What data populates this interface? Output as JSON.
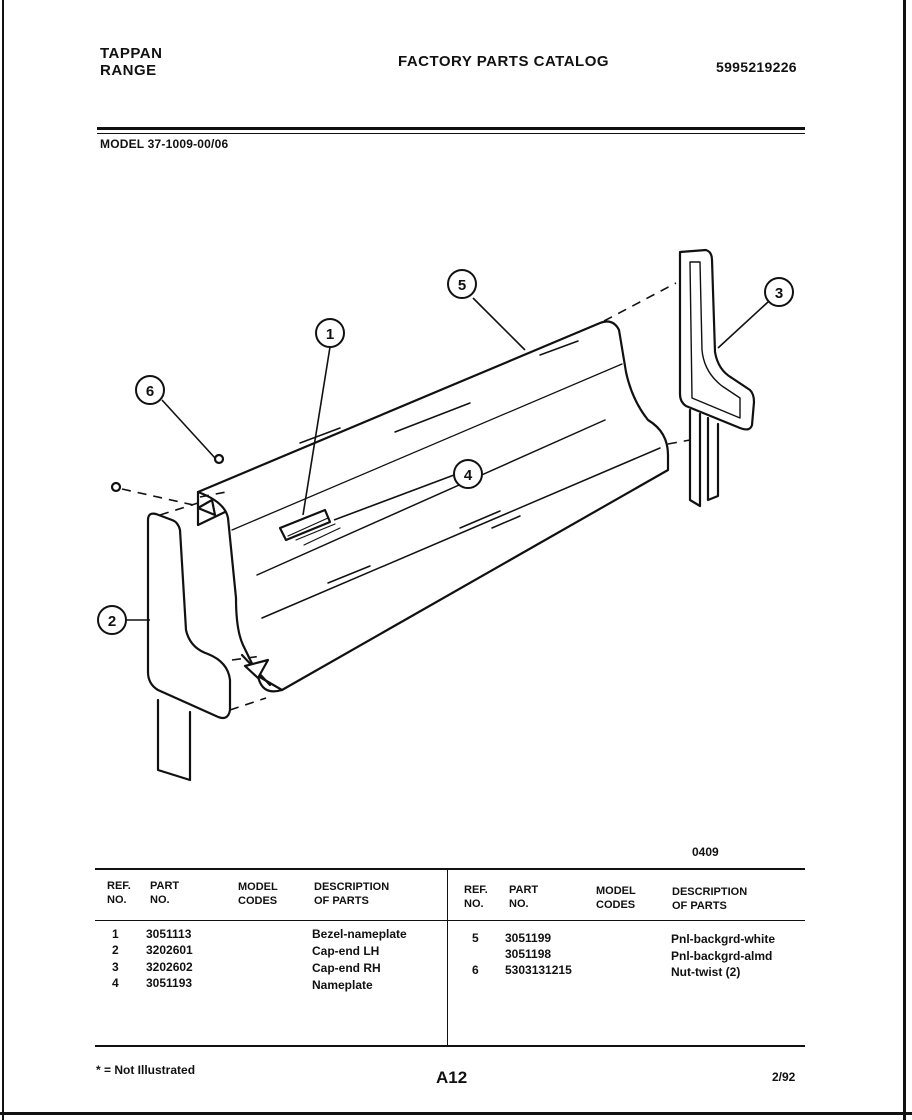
{
  "header": {
    "brand_line1": "TAPPAN",
    "brand_line2": "RANGE",
    "catalog_title": "FACTORY PARTS CATALOG",
    "catalog_number": "5995219226",
    "model": "MODEL 37-1009-00/06"
  },
  "diagram": {
    "callouts": [
      "1",
      "2",
      "3",
      "4",
      "5",
      "6"
    ],
    "illustration_code": "0409"
  },
  "parts_table": {
    "headers": {
      "ref_no": "REF.\nNO.",
      "part_no": "PART\nNO.",
      "model_codes": "MODEL\nCODES",
      "description": "DESCRIPTION\nOF PARTS"
    },
    "left_rows": [
      {
        "ref": "1",
        "part": "3051113",
        "codes": "",
        "desc": "Bezel-nameplate"
      },
      {
        "ref": "2",
        "part": "3202601",
        "codes": "",
        "desc": "Cap-end LH"
      },
      {
        "ref": "3",
        "part": "3202602",
        "codes": "",
        "desc": "Cap-end RH"
      },
      {
        "ref": "4",
        "part": "3051193",
        "codes": "",
        "desc": "Nameplate"
      }
    ],
    "right_rows": [
      {
        "ref": "5",
        "part": "3051199",
        "codes": "",
        "desc": "Pnl-backgrd-white"
      },
      {
        "ref": "",
        "part": "3051198",
        "codes": "",
        "desc": "Pnl-backgrd-almd"
      },
      {
        "ref": "6",
        "part": "5303131215",
        "codes": "",
        "desc": "Nut-twist (2)"
      }
    ]
  },
  "footer": {
    "footnote": "* = Not Illustrated",
    "page_number": "A12",
    "date": "2/92"
  }
}
